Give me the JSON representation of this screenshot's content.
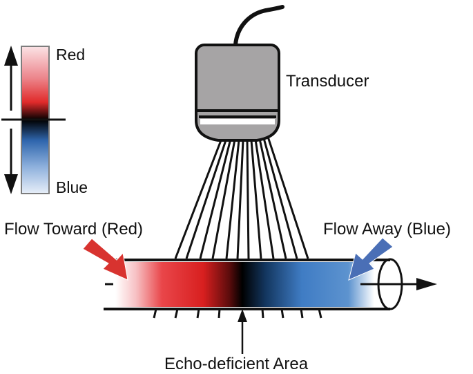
{
  "labels": {
    "scale_top": "Red",
    "scale_bottom": "Blue",
    "transducer": "Transducer",
    "flow_toward": "Flow Toward (Red)",
    "flow_away": "Flow Away (Blue)",
    "echo_area": "Echo-deficient Area"
  },
  "colors": {
    "red": "#e02a2a",
    "blue": "#3f7cc4",
    "transducer_body": "#a6a4a5",
    "arrow_red": "#d8332f",
    "arrow_blue": "#4a6fb6"
  }
}
